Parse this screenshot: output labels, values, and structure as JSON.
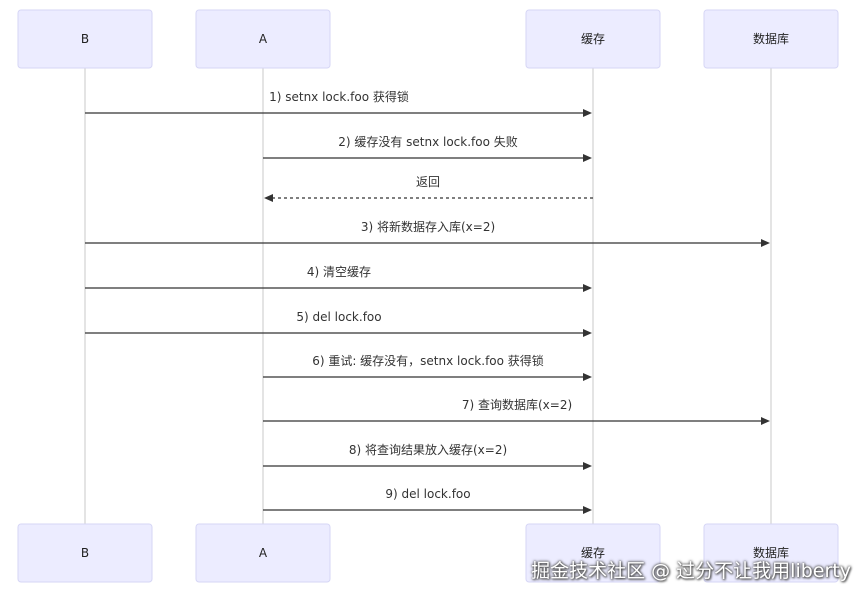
{
  "actors": [
    {
      "id": "B",
      "label": "B"
    },
    {
      "id": "A",
      "label": "A"
    },
    {
      "id": "cache",
      "label": "缓存"
    },
    {
      "id": "db",
      "label": "数据库"
    }
  ],
  "messages": [
    {
      "from": "B",
      "to": "cache",
      "label": "1) setnx lock.foo 获得锁",
      "style": "solid"
    },
    {
      "from": "A",
      "to": "cache",
      "label": "2) 缓存没有 setnx lock.foo 失败",
      "style": "solid"
    },
    {
      "from": "cache",
      "to": "A",
      "label": "返回",
      "style": "dotted"
    },
    {
      "from": "B",
      "to": "db",
      "label": "3) 将新数据存入库(x=2)",
      "style": "solid"
    },
    {
      "from": "B",
      "to": "cache",
      "label": "4) 清空缓存",
      "style": "solid"
    },
    {
      "from": "B",
      "to": "cache",
      "label": "5) del lock.foo",
      "style": "solid"
    },
    {
      "from": "A",
      "to": "cache",
      "label": "6) 重试: 缓存没有，setnx lock.foo 获得锁",
      "style": "solid"
    },
    {
      "from": "A",
      "to": "db",
      "label": "7) 查询数据库(x=2)",
      "style": "solid"
    },
    {
      "from": "A",
      "to": "cache",
      "label": "8) 将查询结果放入缓存(x=2)",
      "style": "solid"
    },
    {
      "from": "A",
      "to": "cache",
      "label": "9) del lock.foo",
      "style": "solid"
    }
  ],
  "watermark": "掘金技术社区 @ 过分不让我用liberty"
}
